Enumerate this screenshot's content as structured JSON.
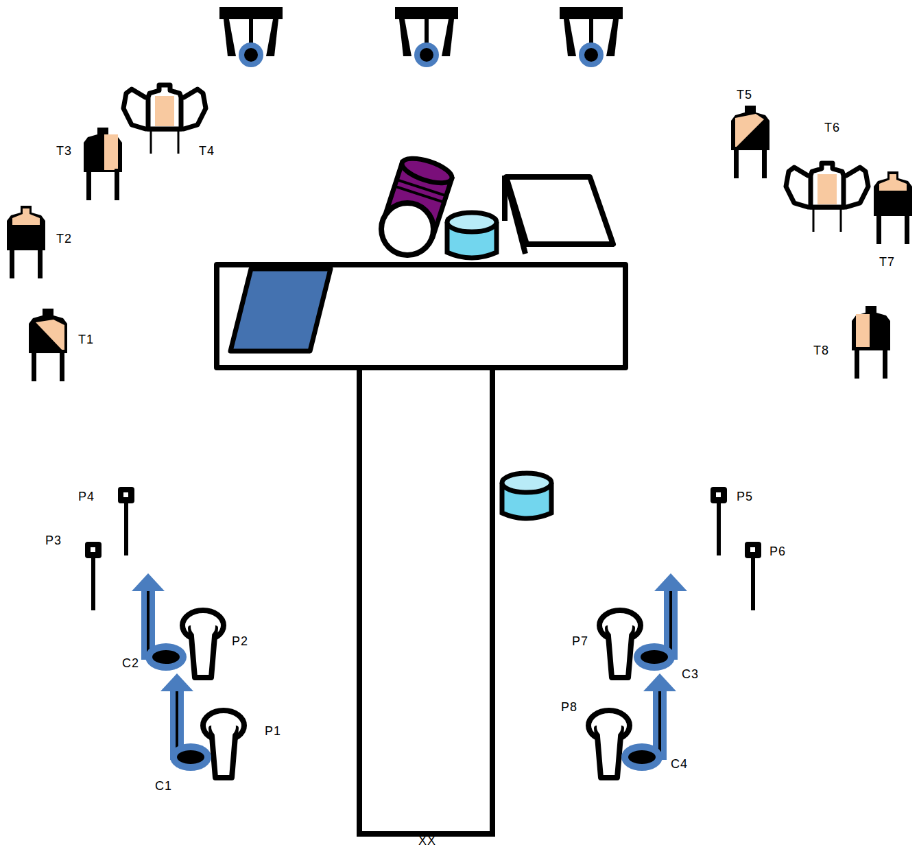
{
  "diagram": {
    "labels": [
      "T5",
      "T6",
      "T3",
      "T4",
      "T2",
      "T7",
      "T1",
      "T8",
      "P4",
      "P5",
      "P3",
      "P6",
      "P2",
      "P7",
      "C2",
      "C3",
      "P8",
      "P1",
      "C4",
      "C1",
      "XX"
    ]
  }
}
